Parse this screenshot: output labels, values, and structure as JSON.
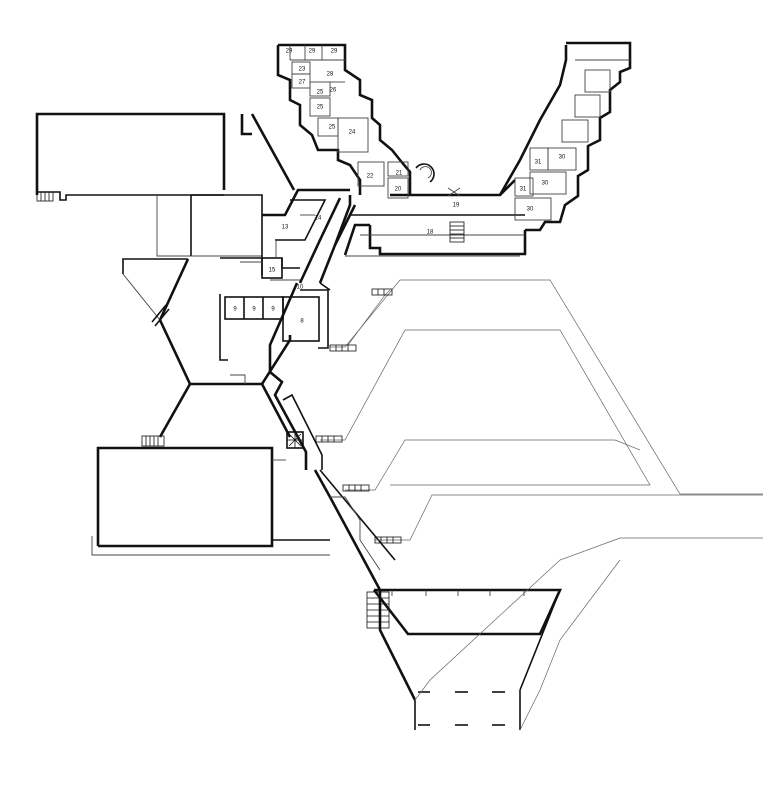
{
  "colors": {
    "ink": "#111111",
    "paper": "#ffffff"
  },
  "rooms": {
    "r8": "8",
    "r9a": "9",
    "r9b": "9",
    "r9c": "9",
    "r10": "10",
    "r13": "13",
    "r14": "14",
    "r15": "15",
    "r18": "18",
    "r19": "19",
    "r20": "20",
    "r21": "21",
    "r22": "22",
    "r23": "23",
    "r24": "24",
    "r25a": "25",
    "r25b": "25",
    "r25c": "25",
    "r26": "26",
    "r27": "27",
    "r28": "28",
    "r29a": "29",
    "r29b": "29",
    "r29c": "29",
    "r30a": "30",
    "r30b": "30",
    "r30c": "30",
    "r31a": "31",
    "r31b": "31"
  }
}
